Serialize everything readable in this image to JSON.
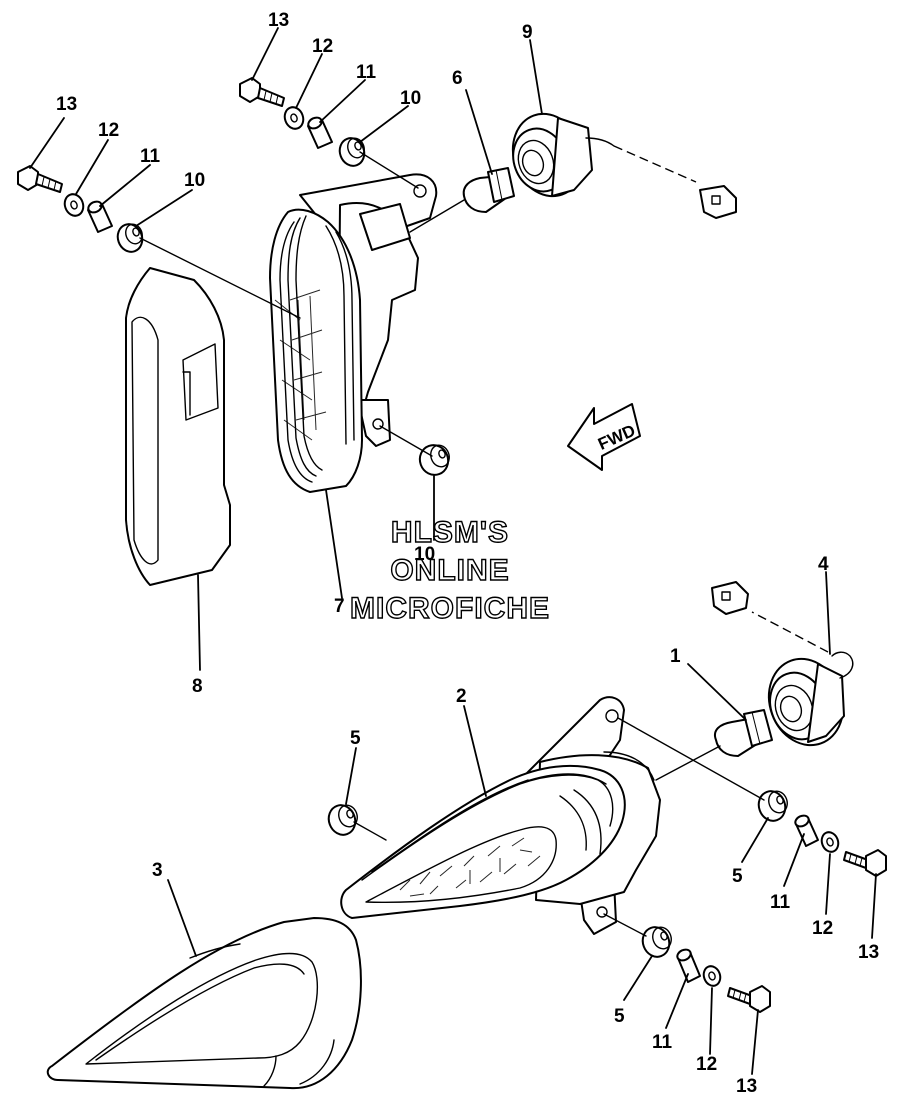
{
  "callouts": {
    "c1": "1",
    "c2": "2",
    "c3": "3",
    "c4": "4",
    "c5a": "5",
    "c5b": "5",
    "c5c": "5",
    "c6": "6",
    "c7": "7",
    "c8": "8",
    "c9": "9",
    "c10a": "10",
    "c10b": "10",
    "c10c": "10",
    "c11a": "11",
    "c11b": "11",
    "c11c": "11",
    "c11d": "11",
    "c12a": "12",
    "c12b": "12",
    "c12c": "12",
    "c12d": "12",
    "c13a": "13",
    "c13b": "13",
    "c13c": "13",
    "c13d": "13"
  },
  "direction": {
    "label": "FWD"
  },
  "watermark": {
    "line1": "HLSM'S",
    "line2": "ONLINE",
    "line3": "MICROFICHE"
  }
}
